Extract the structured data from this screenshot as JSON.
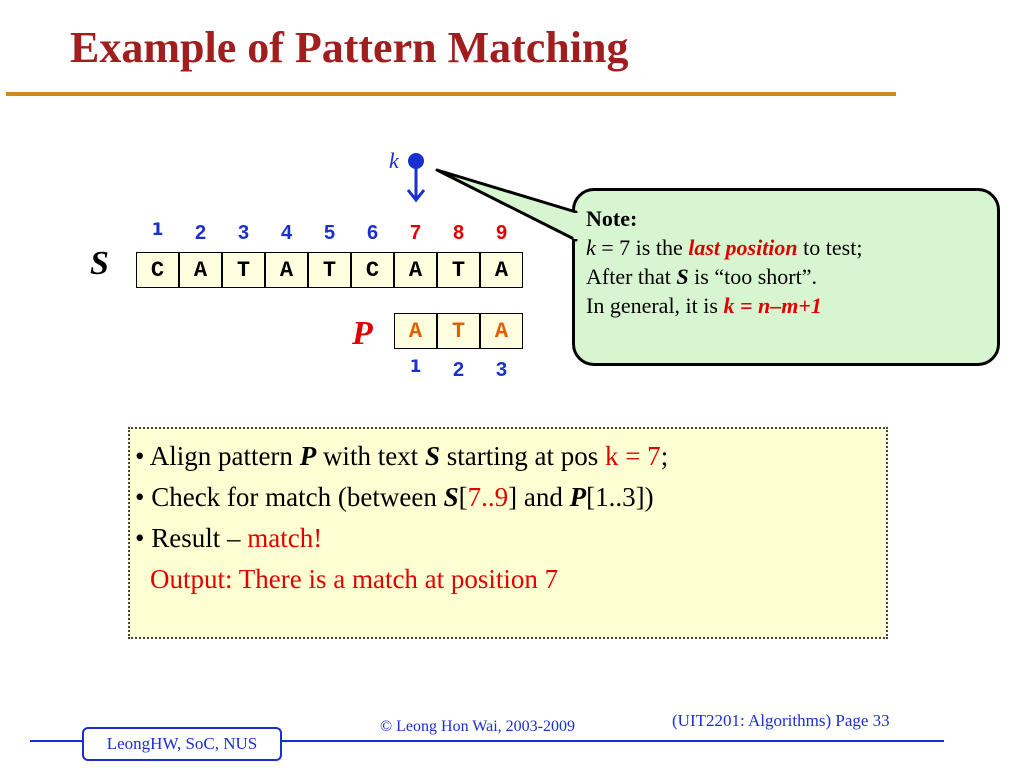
{
  "title": "Example of Pattern Matching",
  "k_marker": {
    "label": "k"
  },
  "text_string": {
    "label": "S",
    "chars": [
      "C",
      "A",
      "T",
      "A",
      "T",
      "C",
      "A",
      "T",
      "A"
    ],
    "indices": [
      "1",
      "2",
      "3",
      "4",
      "5",
      "6",
      "7",
      "8",
      "9"
    ],
    "highlight_from_index": 7
  },
  "pattern_string": {
    "label": "P",
    "chars": [
      "A",
      "T",
      "A"
    ],
    "indices": [
      "1",
      "2",
      "3"
    ]
  },
  "note": {
    "heading": "Note:",
    "line1": {
      "k": "k",
      "eq": " = 7 is the ",
      "emph": "last position",
      "tail": " to test;"
    },
    "line2": {
      "pre": "After that ",
      "s": "S",
      "post": " is “too short”."
    },
    "line3": {
      "pre": "In general, it is ",
      "formula": "k = n–m+1"
    }
  },
  "steps": {
    "b1": {
      "pre": "• Align pattern ",
      "p": "P",
      "mid": " with text ",
      "s": "S",
      "post": " starting at pos ",
      "k": "k = 7",
      "end": ";"
    },
    "b2": {
      "pre": "• Check for match (between ",
      "s": "S",
      "open1": "[",
      "range1": "7..9",
      "close1": "] and ",
      "p": "P",
      "range2": "[1..3])"
    },
    "b3": {
      "pre": "• Result – ",
      "result": "match!"
    },
    "output": "Output:  There is a match at position 7"
  },
  "footer": {
    "author": "LeongHW, SoC, NUS",
    "copyright": "© Leong Hon Wai, 2003-2009",
    "page_ref": "(UIT2201: Algorithms) Page 33"
  },
  "colors": {
    "title": "#a01e1e",
    "accent_blue": "#1a2fd0",
    "accent_red": "#e00000",
    "pattern_char": "#e06000",
    "callout_bg": "#d8f5d2",
    "info_bg": "#ffffd4"
  }
}
